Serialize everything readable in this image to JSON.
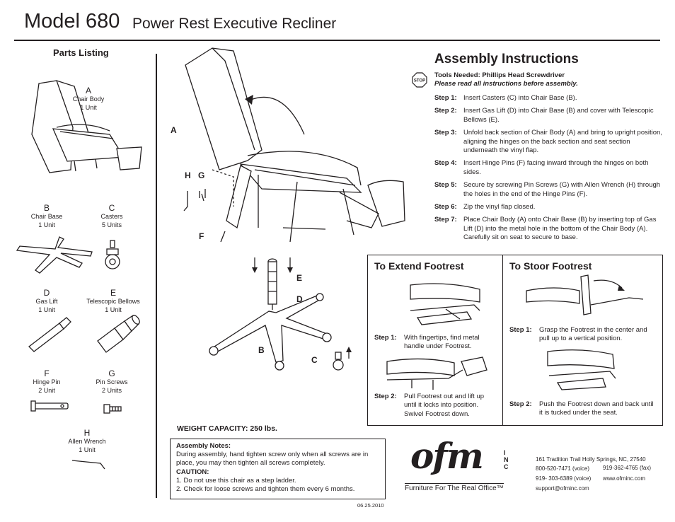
{
  "header": {
    "model": "Model 680",
    "product": "Power Rest Executive Recliner"
  },
  "parts": {
    "heading": "Parts Listing",
    "items": [
      {
        "letter": "A",
        "name": "Chair Body",
        "qty": "1 Unit"
      },
      {
        "letter": "B",
        "name": "Chair Base",
        "qty": "1 Unit"
      },
      {
        "letter": "C",
        "name": "Casters",
        "qty": "5 Units"
      },
      {
        "letter": "D",
        "name": "Gas Lift",
        "qty": "1 Unit"
      },
      {
        "letter": "E",
        "name": "Telescopic Bellows",
        "qty": "1 Unit"
      },
      {
        "letter": "F",
        "name": "Hinge Pin",
        "qty": "2 Unit"
      },
      {
        "letter": "G",
        "name": "Pin Screws",
        "qty": "2 Units"
      },
      {
        "letter": "H",
        "name": "Allen Wrench",
        "qty": "1 Unit"
      }
    ]
  },
  "diagram_labels": {
    "a": "A",
    "h": "H",
    "g": "G",
    "f": "F",
    "e": "E",
    "d": "D",
    "b": "B",
    "c": "C"
  },
  "assembly": {
    "title": "Assembly Instructions",
    "stop": "STOP",
    "tools": "Tools Needed: Phillips Head Screwdriver",
    "read": "Please read all instructions before assembly.",
    "steps": [
      {
        "label": "Step 1:",
        "text": "Insert Casters (C) into Chair Base (B)."
      },
      {
        "label": "Step 2:",
        "text": "Insert Gas Lift (D) into Chair Base (B) and cover with Telescopic Bellows (E)."
      },
      {
        "label": "Step 3:",
        "text": "Unfold back section of Chair Body (A) and bring to upright position, aligning the hinges on the back section and seat section underneath the vinyl flap."
      },
      {
        "label": "Step 4:",
        "text": "Insert Hinge Pins (F) facing inward through the hinges on both sides."
      },
      {
        "label": "Step 5:",
        "text": "Secure by screwing Pin Screws (G) with Allen Wrench (H) through the holes in the end of the Hinge Pins (F)."
      },
      {
        "label": "Step 6:",
        "text": "Zip the vinyl flap closed."
      },
      {
        "label": "Step 7:",
        "text": "Place Chair Body (A) onto Chair Base (B) by inserting top of Gas Lift (D) into the metal hole in the bottom of the Chair Body (A). Carefully sit on seat to secure to base."
      }
    ]
  },
  "extend": {
    "title": "To Extend Footrest",
    "step1_label": "Step 1:",
    "step1": "With fingertips, find metal handle under Footrest.",
    "step2_label": "Step 2:",
    "step2": "Pull Footrest out and lift up until it locks into position. Swivel Footrest down."
  },
  "store": {
    "title": "To Stoor Footrest",
    "step1_label": "Step 1:",
    "step1": "Grasp the Footrest in the center and pull up to a vertical position.",
    "step2_label": "Step 2:",
    "step2": "Push the Footrest down and back until it is tucked under the seat."
  },
  "weight": "WEIGHT CAPACITY: 250 lbs.",
  "notes": {
    "heading": "Assembly Notes:",
    "body": "During assembly, hand tighten screw only when all screws are in place, you may then tighten all screws completely.",
    "caution": "CAUTION:",
    "c1": "1. Do not use this chair as a step ladder.",
    "c2": "2. Check for loose screws and tighten them every 6 months."
  },
  "date": "06.25.2010",
  "brand": {
    "logo": "ofm",
    "inc": "INC",
    "tagline": "Furniture For The Real Office™"
  },
  "contact": {
    "address": "161 Tradition Trail  Holly Springs, NC, 27540",
    "phone1": "800-520-7471 (voice)",
    "fax": "919-362-4765 (fax)",
    "phone2": "919- 303-6389 (voice)",
    "web": "www.ofminc.com",
    "email": "support@ofminc.com"
  }
}
